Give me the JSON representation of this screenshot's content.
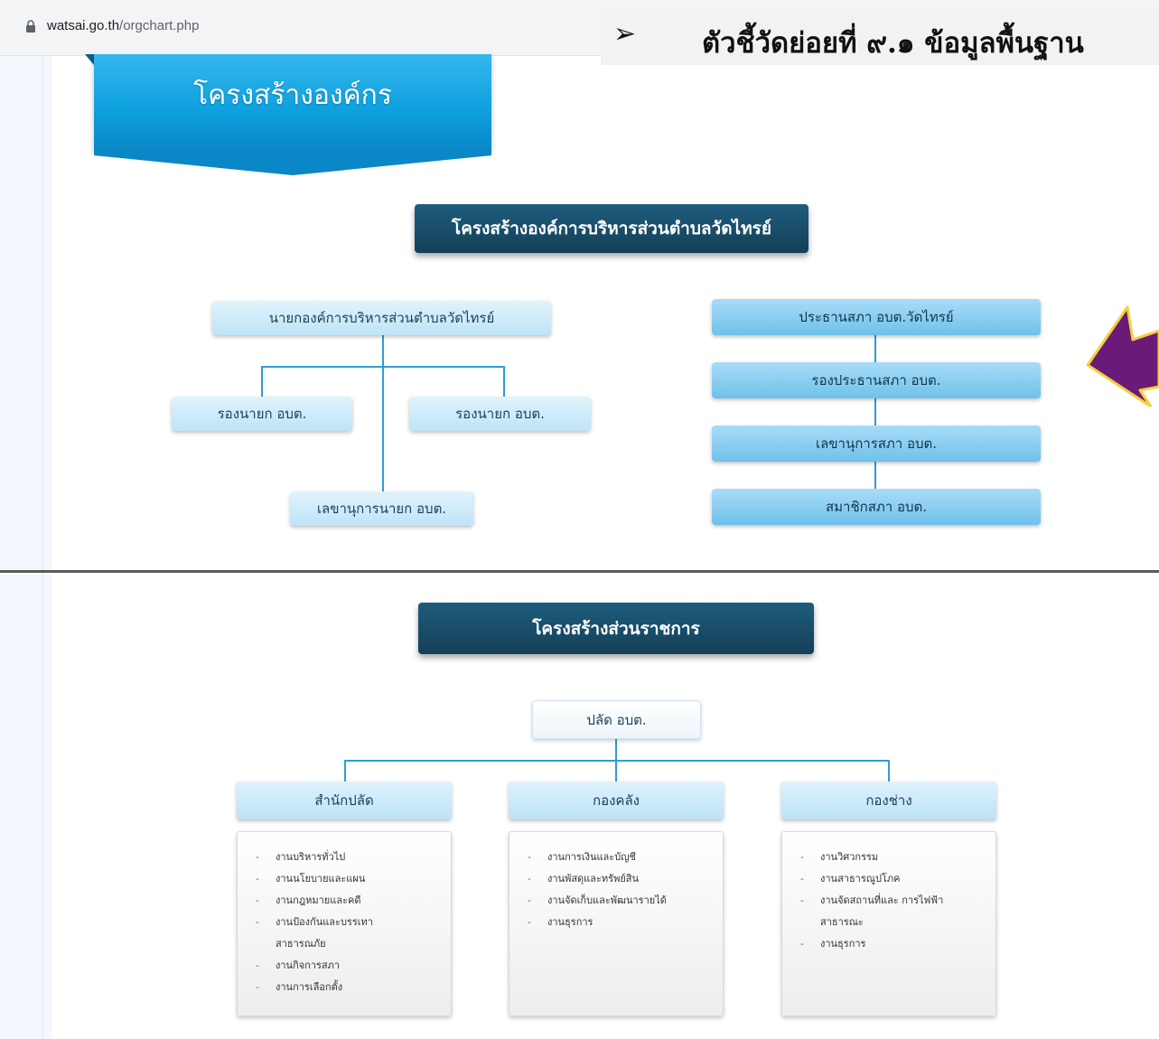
{
  "browser": {
    "url_host": "watsai.go.th",
    "url_path": "/orgchart.php",
    "lock_icon": "lock-icon"
  },
  "caption": {
    "bullet": "➢",
    "text": "ตัวชี้วัดย่อยที่ ๙.๑ ข้อมูลพื้นฐาน"
  },
  "header": {
    "ribbon_title": "โครงสร้างองค์กร"
  },
  "section1": {
    "title": "โครงสร้างองค์การบริหารส่วนตำบลวัดไทรย์",
    "mayor": "นายกองค์การบริหารส่วนตำบลวัดไทรย์",
    "deputy_left": "รองนายก อบต.",
    "deputy_right": "รองนายก อบต.",
    "secretary": "เลขานุการนายก อบต.",
    "council": [
      "ประธานสภา อบต.วัดไทรย์",
      "รองประธานสภา อบต.",
      "เลขานุการสภา อบต.",
      "สมาชิกสภา อบต."
    ]
  },
  "section2": {
    "title": "โครงสร้างส่วนราชการ",
    "head": "ปลัด อบต.",
    "departments": [
      {
        "name": "สำนักปลัด",
        "items": [
          "งานบริหารทั่วไป",
          "งานนโยบายและแผน",
          "งานกฎหมายและคดี",
          "งานป้องกันและบรรเทา",
          "สาธารณภัย",
          "งานกิจการสภา",
          "งานการเลือกตั้ง"
        ]
      },
      {
        "name": "กองคลัง",
        "items": [
          "งานการเงินและบัญชี",
          "งานพัสดุและทรัพย์สิน",
          "งานจัดเก็บและพัฒนารายได้",
          "งานธุรการ"
        ]
      },
      {
        "name": "กองช่าง",
        "items": [
          "งานวิศวกรรม",
          "งานสาธารณูปโภค",
          "งานจัดสถานที่และ การไฟฟ้า",
          "สาธารณะ",
          "งานธุรการ"
        ]
      }
    ]
  },
  "annotation": {
    "arrow_icon": "pointer-arrow-icon",
    "arrow_color": "#6a1b7a",
    "arrow_outline": "#f2d13a"
  }
}
